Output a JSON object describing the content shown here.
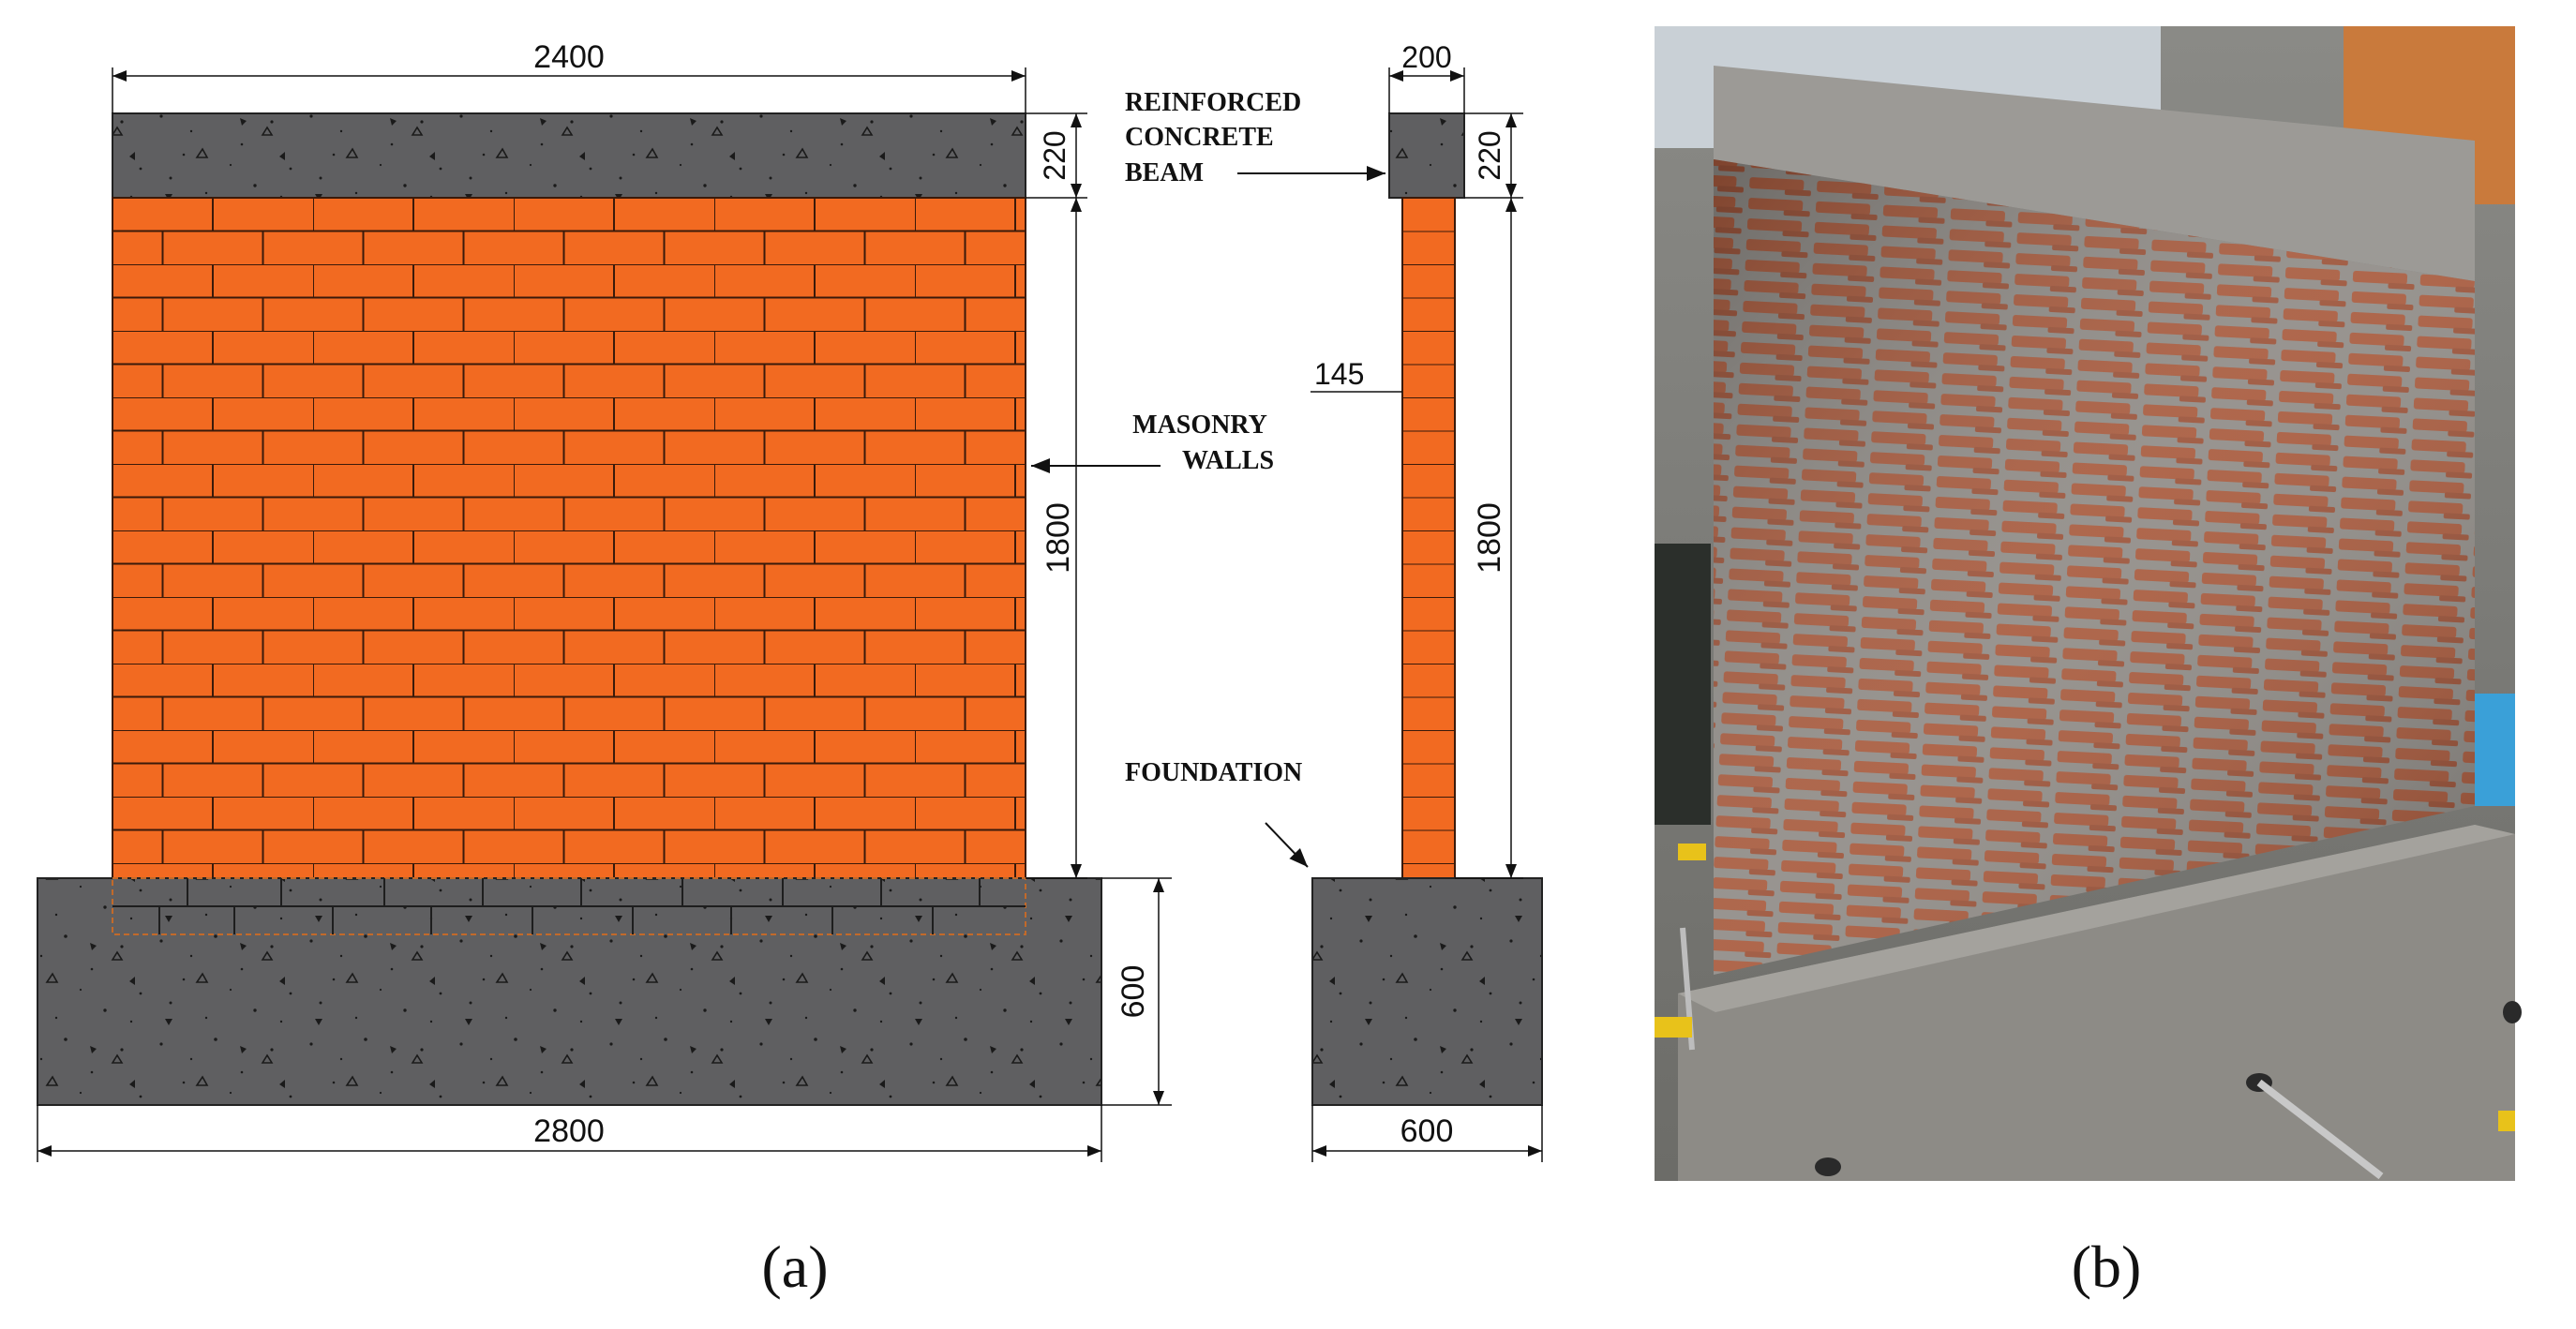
{
  "panel_a": {
    "dimensions": {
      "top_beam_width": "2400",
      "beam_height_front": "220",
      "wall_height_front": "1800",
      "foundation_height": "600",
      "foundation_width_front": "2800",
      "beam_width_side": "200",
      "beam_height_side": "220",
      "wall_thickness": "145",
      "wall_height_side": "1800",
      "foundation_width_side": "600"
    },
    "labels": {
      "beam": [
        "REINFORCED",
        "CONCRETE",
        "BEAM"
      ],
      "walls": [
        "MASONRY",
        "WALLS"
      ],
      "foundation": "FOUNDATION"
    },
    "colors": {
      "brick": "#f26a21",
      "mortar": "#3a1a0a",
      "concrete": "#5f5f61"
    }
  },
  "panel_b": {
    "description_icon": "photo-masonry-wall-test-specimen"
  },
  "captions": {
    "a": "(a)",
    "b": "(b)"
  }
}
